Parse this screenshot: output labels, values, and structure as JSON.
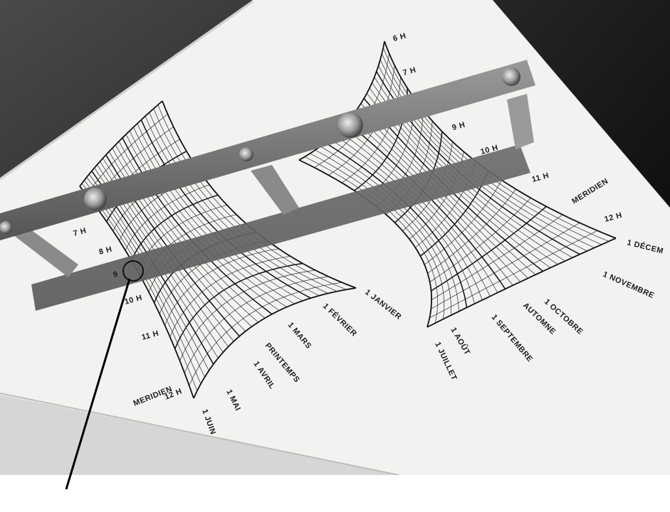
{
  "right_dial": {
    "hours": [
      "6 H",
      "7 H",
      "9 H",
      "10 H",
      "11 H",
      "MERIDIEN",
      "12 H"
    ],
    "dates": [
      "1 DÉCEM",
      "1 NOVEMBRE",
      "1 OCTOBRE",
      "AUTOMNE",
      "1 SEPTEMBRE",
      "1 AOÛT",
      "1 JUILLET"
    ]
  },
  "left_dial": {
    "dates": [
      "1 JANVIER",
      "1 FÉVRIER",
      "1 MARS",
      "PRINTEMPS",
      "1 AVRIL",
      "1 MAI",
      "1 JUIN"
    ],
    "hours": [
      "12 H",
      "MERIDIEN",
      "11 H",
      "10 H",
      "9",
      "8 H",
      "7 H"
    ]
  },
  "colors": {
    "board": "#f4f4f2",
    "ground_dark": "#3a3a3a",
    "bar": "#7a7a7a",
    "grid": "#1a1a1a"
  }
}
